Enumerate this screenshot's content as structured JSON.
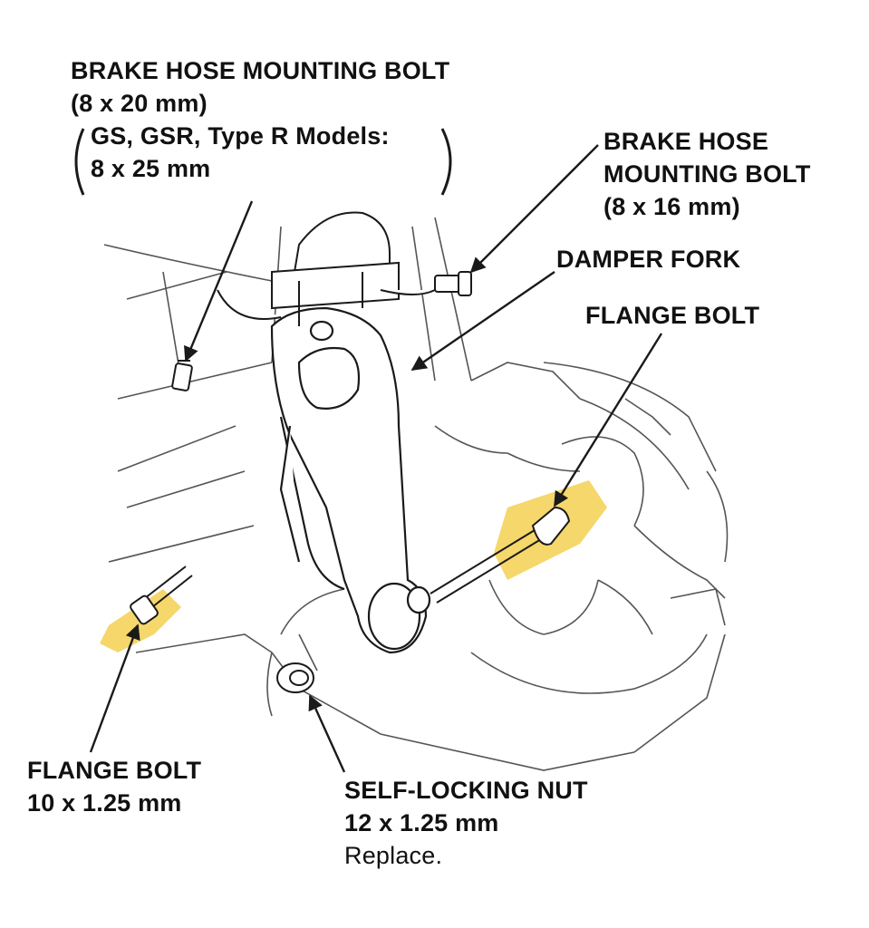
{
  "labels": {
    "brake_hose_bolt_1": {
      "title": "BRAKE HOSE MOUNTING BOLT",
      "size": "(8 x 20 mm)",
      "note_line1": "GS, GSR, Type R Models:",
      "note_line2": "8 x 25 mm"
    },
    "brake_hose_bolt_2": {
      "line1": "BRAKE HOSE",
      "line2": "MOUNTING BOLT",
      "size": "(8 x 16 mm)"
    },
    "damper_fork": "DAMPER FORK",
    "flange_bolt_upper": "FLANGE BOLT",
    "flange_bolt_lower": {
      "title": "FLANGE BOLT",
      "size": "10 x 1.25 mm"
    },
    "self_locking_nut": {
      "title": "SELF-LOCKING NUT",
      "size": "12 x 1.25 mm",
      "note": "Replace."
    }
  },
  "colors": {
    "highlight": "#f2c93a",
    "line": "#1a1a1a",
    "background": "#ffffff"
  }
}
